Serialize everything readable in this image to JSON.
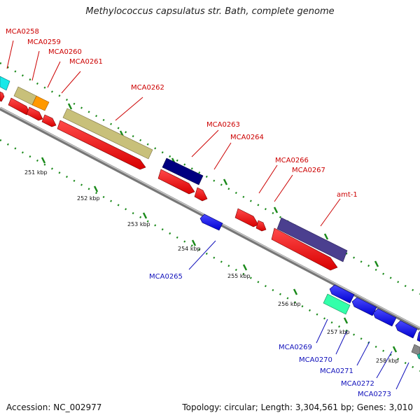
{
  "title": "Methylococcus capsulatus str. Bath, complete genome",
  "footer": {
    "accession": "Accession: NC_002977",
    "summary": "Topology: circular; Length: 3,304,561 bp; Genes: 3,010"
  },
  "colors": {
    "forward_gene": "#ff0000",
    "reverse_gene": "#1a1aff",
    "forward_label": "#cc0000",
    "reverse_label": "#1111bb",
    "backbone": "#999999",
    "tick": "#1b8a1b"
  },
  "ruler": {
    "unit": "kbp",
    "ticks": [
      {
        "label": "251 kbp"
      },
      {
        "label": "252 kbp"
      },
      {
        "label": "253 kbp"
      },
      {
        "label": "254 kbp"
      },
      {
        "label": "255 kbp"
      },
      {
        "label": "256 kbp"
      },
      {
        "label": "257 kbp"
      },
      {
        "label": "258 kbp"
      }
    ]
  },
  "labels": {
    "forward": [
      "MCA0258",
      "MCA0259",
      "MCA0260",
      "MCA0261",
      "MCA0262",
      "MCA0263",
      "MCA0264",
      "MCA0266",
      "MCA0267",
      "amt-1"
    ],
    "reverse": [
      "MCA0265",
      "MCA0269",
      "MCA0270",
      "MCA0271",
      "MCA0272",
      "MCA0273"
    ]
  }
}
